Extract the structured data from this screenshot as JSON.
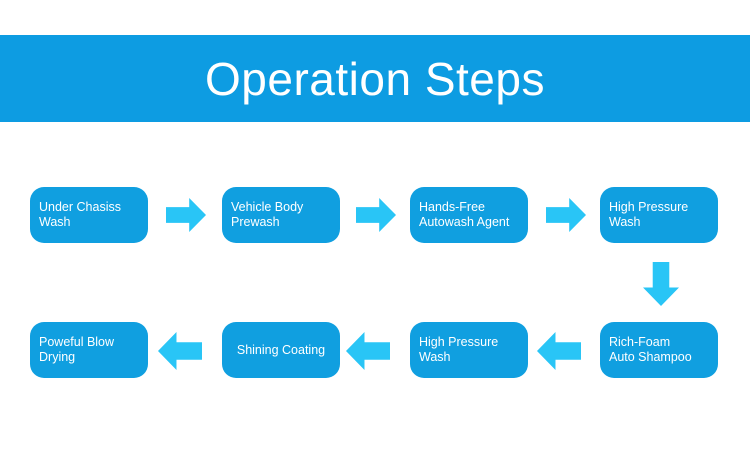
{
  "banner": {
    "title": "Operation Steps",
    "background_color": "#0d9ce2",
    "text_color": "#ffffff"
  },
  "watermark": {
    "text": "      "
  },
  "theme": {
    "box_color": "#109fe0",
    "arrow_color": "#29c5f6",
    "page_background": "#ffffff",
    "box_text_color": "#ffffff"
  },
  "flow": {
    "row1": {
      "steps": [
        {
          "label": "Under Chasiss\nWash"
        },
        {
          "label": "Vehicle Body\nPrewash"
        },
        {
          "label": "Hands-Free\nAutowash Agent"
        },
        {
          "label": "High Pressure\nWash"
        }
      ],
      "arrows": [
        {
          "direction": "right"
        },
        {
          "direction": "right"
        },
        {
          "direction": "right"
        }
      ]
    },
    "connector": {
      "direction": "down"
    },
    "row2": {
      "steps": [
        {
          "label": "Poweful Blow\nDrying"
        },
        {
          "label": "Shining Coating"
        },
        {
          "label": "High Pressure\nWash"
        },
        {
          "label": "Rich-Foam\nAuto Shampoo"
        }
      ],
      "arrows": [
        {
          "direction": "left"
        },
        {
          "direction": "left"
        },
        {
          "direction": "left"
        }
      ]
    }
  }
}
